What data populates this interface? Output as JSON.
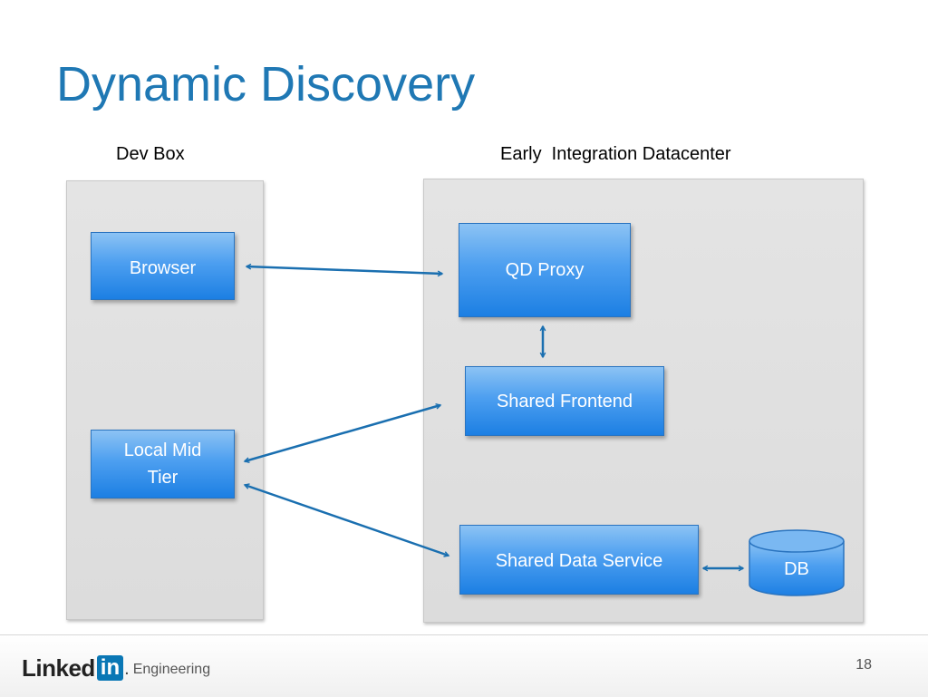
{
  "slide": {
    "title": "Dynamic Discovery",
    "page_number": "18"
  },
  "zones": {
    "dev_box": {
      "label": "Dev Box"
    },
    "datacenter": {
      "label": "Early  Integration Datacenter"
    }
  },
  "nodes": {
    "browser": {
      "label": "Browser"
    },
    "local_mid_tier": {
      "line1": "Local Mid",
      "line2": "Tier"
    },
    "qd_proxy": {
      "label": "QD Proxy"
    },
    "shared_frontend": {
      "label": "Shared Frontend"
    },
    "shared_data_service": {
      "label": "Shared Data Service"
    },
    "db": {
      "label": "DB"
    }
  },
  "connections": [
    {
      "from": "Browser",
      "to": "QD Proxy",
      "direction": "bidirectional"
    },
    {
      "from": "QD Proxy",
      "to": "Shared Frontend",
      "direction": "bidirectional"
    },
    {
      "from": "Local Mid Tier",
      "to": "Shared Frontend",
      "direction": "bidirectional"
    },
    {
      "from": "Local Mid Tier",
      "to": "Shared Data Service",
      "direction": "bidirectional"
    },
    {
      "from": "Shared Data Service",
      "to": "DB",
      "direction": "bidirectional"
    }
  ],
  "footer": {
    "logo_word": "Linked",
    "logo_box": "in",
    "logo_dot": ".",
    "logo_suffix": "Engineering"
  },
  "colors": {
    "title": "#1f78b4",
    "node_fill": "#4d9ff0",
    "arrow": "#1a6fb0",
    "zone": "#dedede",
    "logo_blue": "#0a77b5"
  }
}
